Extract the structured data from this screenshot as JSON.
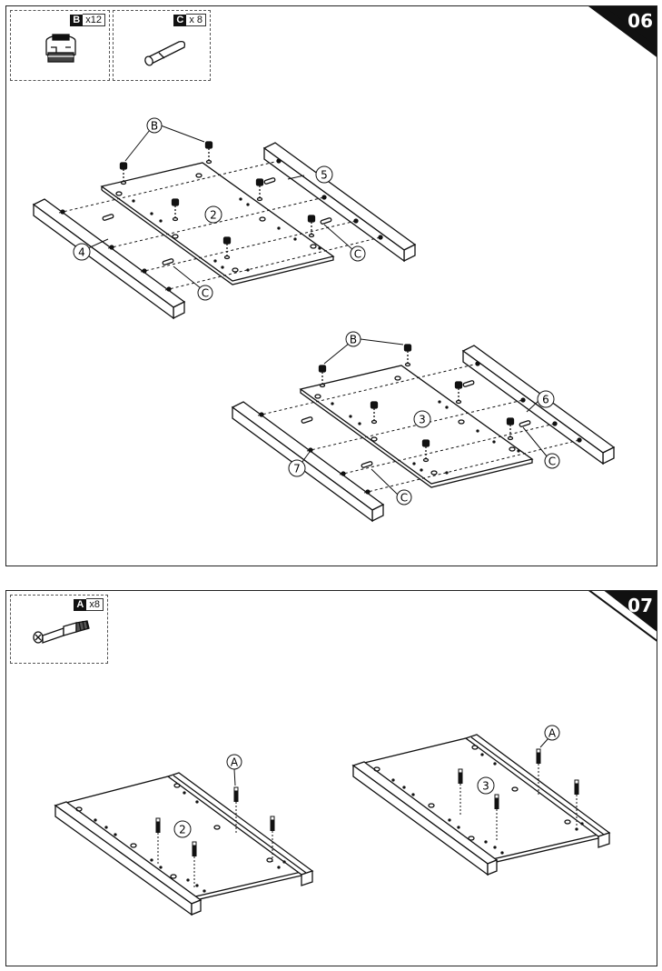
{
  "step_06": {
    "step_number": "06",
    "parts": [
      {
        "letter": "B",
        "qty": "x12"
      },
      {
        "letter": "C",
        "qty": "x 8"
      }
    ],
    "upper": {
      "panel": "2",
      "rail_front": "4",
      "rail_back": "5",
      "callout_cam": "B",
      "callout_dowel_a": "C",
      "callout_dowel_b": "C"
    },
    "lower": {
      "panel": "3",
      "rail_front": "7",
      "rail_back": "6",
      "callout_cam": "B",
      "callout_dowel_a": "C",
      "callout_dowel_b": "C"
    }
  },
  "step_07": {
    "step_number": "07",
    "parts": [
      {
        "letter": "A",
        "qty": "x8"
      }
    ],
    "left": {
      "panel": "2",
      "callout_bolt": "A"
    },
    "right": {
      "panel": "3",
      "callout_bolt": "A"
    }
  }
}
